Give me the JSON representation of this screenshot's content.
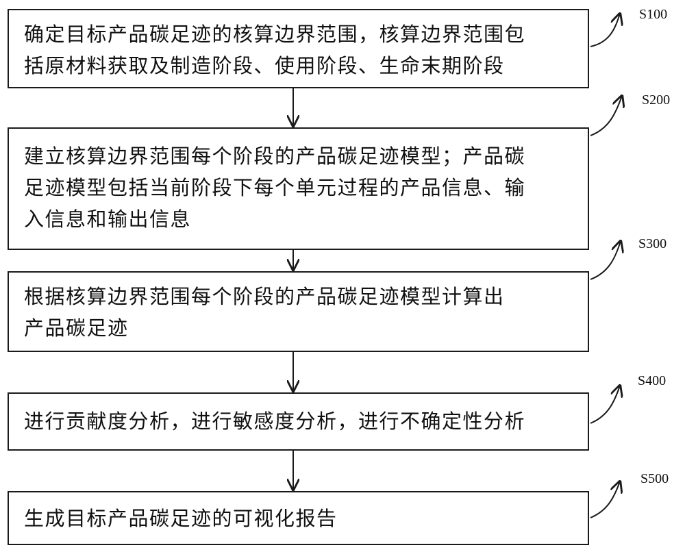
{
  "steps": [
    {
      "id": "S100",
      "text": "确定目标产品碳足迹的核算边界范围，核算边界范围包\n括原材料获取及制造阶段、使用阶段、生命末期阶段"
    },
    {
      "id": "S200",
      "text": "建立核算边界范围每个阶段的产品碳足迹模型；产品碳\n足迹模型包括当前阶段下每个单元过程的产品信息、输\n入信息和输出信息"
    },
    {
      "id": "S300",
      "text": "根据核算边界范围每个阶段的产品碳足迹模型计算出\n产品碳足迹"
    },
    {
      "id": "S400",
      "text": "进行贡献度分析，进行敏感度分析，进行不确定性分析"
    },
    {
      "id": "S500",
      "text": "生成目标产品碳足迹的可视化报告"
    }
  ]
}
